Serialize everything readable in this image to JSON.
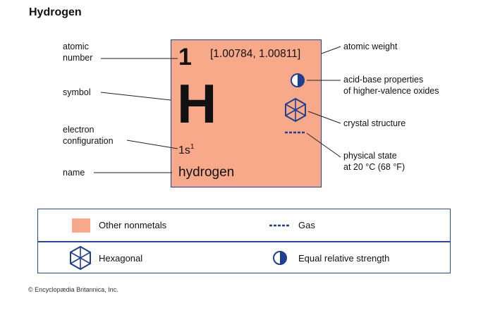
{
  "title": "Hydrogen",
  "element": {
    "atomic_number": "1",
    "atomic_weight": "[1.00784, 1.00811]",
    "symbol": "H",
    "configuration_base": "1s",
    "configuration_sup": "1",
    "name": "hydrogen",
    "tile_color": "#f7a98a"
  },
  "labels_left": {
    "atomic_number_l1": "atomic",
    "atomic_number_l2": "number",
    "symbol": "symbol",
    "electron_config_l1": "electron",
    "electron_config_l2": "configuration",
    "name": "name"
  },
  "labels_right": {
    "atomic_weight": "atomic weight",
    "acid_base_l1": "acid-base properties",
    "acid_base_l2": "of higher-valence oxides",
    "crystal_structure": "crystal structure",
    "physical_state_l1": "physical state",
    "physical_state_l2": "at 20 °C (68 °F)"
  },
  "icons": {
    "acid_base": "half-filled-circle-icon",
    "crystal": "hexagonal-crystal-icon",
    "state": "gas-dashed-line-icon"
  },
  "legend": {
    "category": "Other nonmetals",
    "state": "Gas",
    "crystal": "Hexagonal",
    "acid_base": "Equal relative strength"
  },
  "colors": {
    "accent_blue": "#1f3f8f",
    "tile": "#f7a98a"
  },
  "copyright": "© Encyclopædia Britannica, Inc."
}
